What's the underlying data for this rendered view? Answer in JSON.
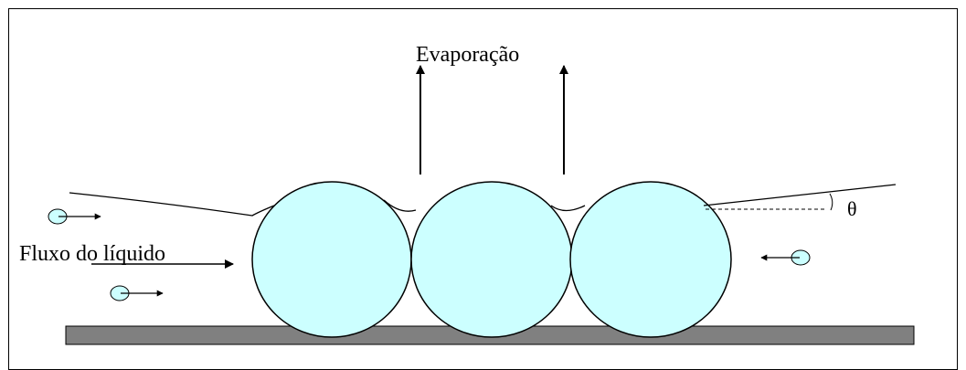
{
  "labels": {
    "evaporation": "Evaporação",
    "liquid_flow": "Fluxo do líquido",
    "contact_angle": "θ"
  },
  "colors": {
    "particle_fill": "#ccffff",
    "substrate_fill": "#808080",
    "stroke": "#000000",
    "background": "#ffffff"
  }
}
